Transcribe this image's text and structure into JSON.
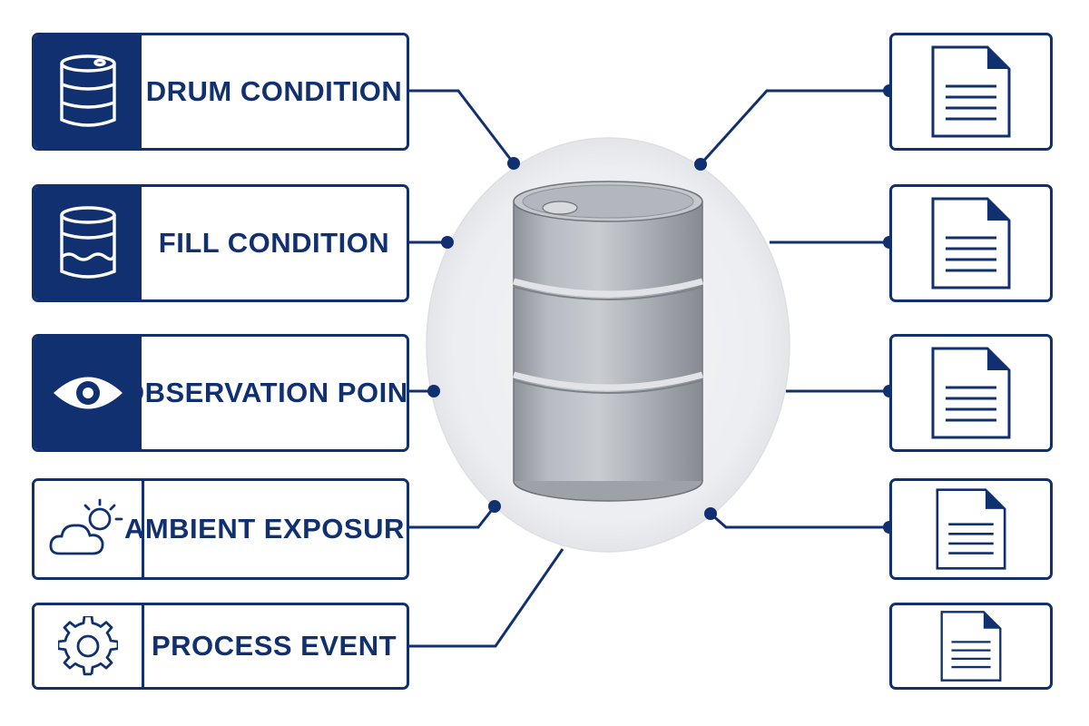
{
  "colors": {
    "accent": "#10306f",
    "drum": "#a7abb1",
    "halo": "#eceef1"
  },
  "left_cards": [
    {
      "label": "DRUM CONDITION",
      "icon": "drum-icon"
    },
    {
      "label": "FILL CONDITION",
      "icon": "drum-fill-level-icon"
    },
    {
      "label": "OBSERVATION POINT",
      "icon": "eye-icon"
    },
    {
      "label": "AMBIENT EXPOSURE",
      "icon": "sun-cloud-icon"
    },
    {
      "label": "PROCESS EVENT",
      "icon": "gear-icon"
    }
  ],
  "right_cards": [
    {
      "icon": "document-icon"
    },
    {
      "icon": "document-icon"
    },
    {
      "icon": "document-icon"
    },
    {
      "icon": "document-icon"
    },
    {
      "icon": "document-icon"
    }
  ],
  "center": {
    "icon": "steel-drum-illustration"
  }
}
